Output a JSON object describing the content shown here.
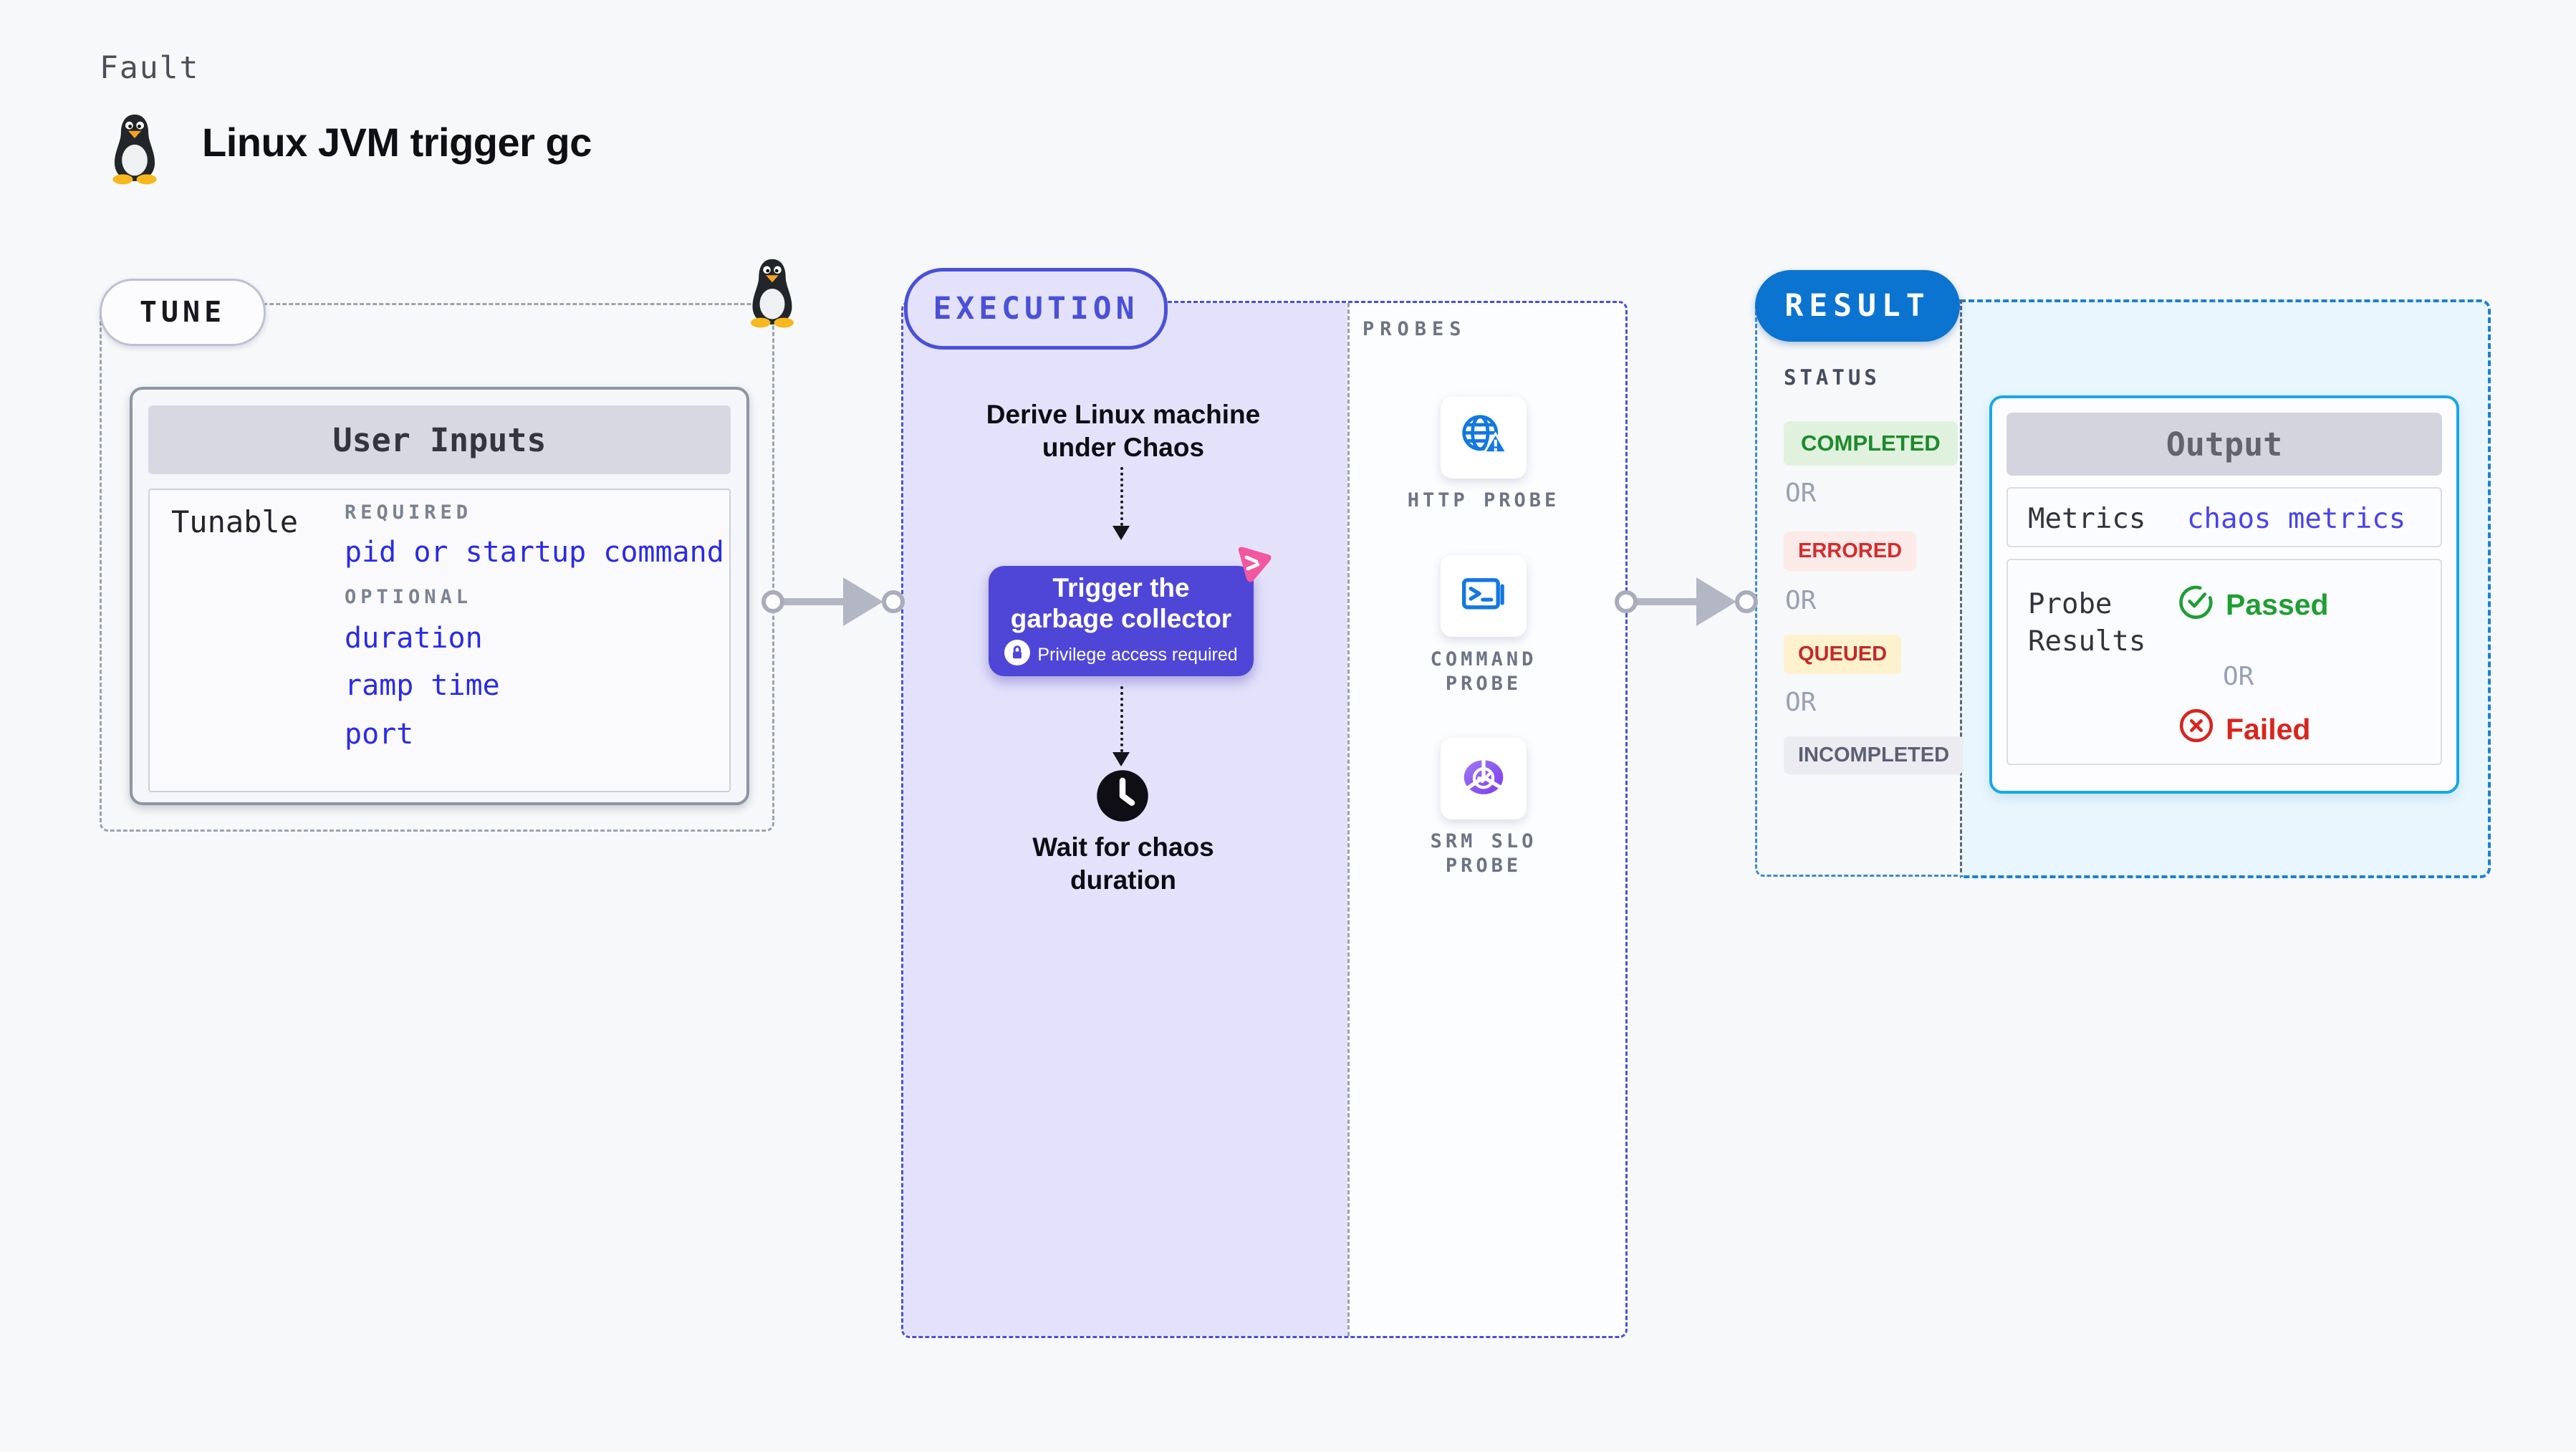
{
  "colors": {
    "page-bg": "#f7f8fa",
    "indigo": "#4b50d8",
    "indigo-fill": "#4f46d8",
    "lavender": "#e4e2fb",
    "result-blue": "#0b73d0",
    "panel-blue": "#e9f6fd",
    "output-border": "#17a8e5",
    "link-blue": "#2b2be2",
    "metrics-blue": "#4b43ea",
    "probe-icon-blue": "#1378e0",
    "success-green": "#1c8a2c",
    "error-red": "#d12e2e",
    "gray-dash": "#9ba3ae",
    "arrow-gray": "#b3b7c3"
  },
  "header": {
    "kicker": "Fault",
    "title": "Linux JVM trigger gc"
  },
  "tune": {
    "label": "TUNE",
    "card": {
      "title": "User Inputs",
      "row_label": "Tunable",
      "required_label": "REQUIRED",
      "required_items": [
        "pid or startup command"
      ],
      "optional_label": "OPTIONAL",
      "optional_items": [
        "duration",
        "ramp time",
        "port"
      ]
    }
  },
  "execution": {
    "label": "EXECUTION",
    "step1": "Derive Linux machine\nunder Chaos",
    "action": {
      "title": "Trigger the\ngarbage collector",
      "badge": "Privilege access required"
    },
    "step3": "Wait for chaos\nduration",
    "probes": {
      "label": "PROBES",
      "items": [
        {
          "label": "HTTP PROBE",
          "icon": "globe-alert-icon"
        },
        {
          "label": "COMMAND\nPROBE",
          "icon": "terminal-icon"
        },
        {
          "label": "SRM SLO\nPROBE",
          "icon": "slo-gauge-icon"
        }
      ]
    }
  },
  "result": {
    "label": "RESULT",
    "status": {
      "label": "STATUS",
      "or": "OR",
      "badges": [
        {
          "text": "COMPLETED",
          "kind": "success"
        },
        {
          "text": "ERRORED",
          "kind": "error"
        },
        {
          "text": "QUEUED",
          "kind": "warning"
        },
        {
          "text": "INCOMPLETED",
          "kind": "neutral"
        }
      ]
    },
    "output": {
      "title": "Output",
      "metrics_label": "Metrics",
      "metrics_value": "chaos metrics",
      "probe_results_label": "Probe\nResults",
      "passed": "Passed",
      "or": "OR",
      "failed": "Failed"
    }
  }
}
